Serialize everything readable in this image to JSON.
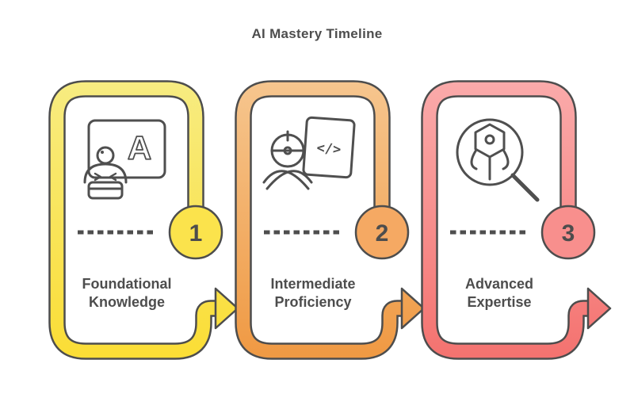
{
  "title": "AI Mastery Timeline",
  "colors": {
    "background": "#ffffff",
    "outline": "#4d4d4d",
    "text": "#4d4d4d",
    "icon_stroke": "#4f4f4f"
  },
  "stages": [
    {
      "number": "1",
      "label_line1": "Foundational",
      "label_line2": "Knowledge",
      "icon": "robot-presentation-board-icon",
      "board_letter": "A",
      "color_top": "#f7ec82",
      "color_bottom": "#fbdd33",
      "circle_color": "#fbe34c"
    },
    {
      "number": "2",
      "label_line1": "Intermediate",
      "label_line2": "Proficiency",
      "icon": "engineer-code-document-icon",
      "code_symbol": "</>",
      "color_top": "#f6c68f",
      "color_bottom": "#ef9841",
      "circle_color": "#f5a963"
    },
    {
      "number": "3",
      "label_line1": "Advanced",
      "label_line2": "Expertise",
      "icon": "magnifier-robot-icon",
      "color_top": "#faabab",
      "color_bottom": "#f4716e",
      "circle_color": "#f88f8d"
    }
  ]
}
